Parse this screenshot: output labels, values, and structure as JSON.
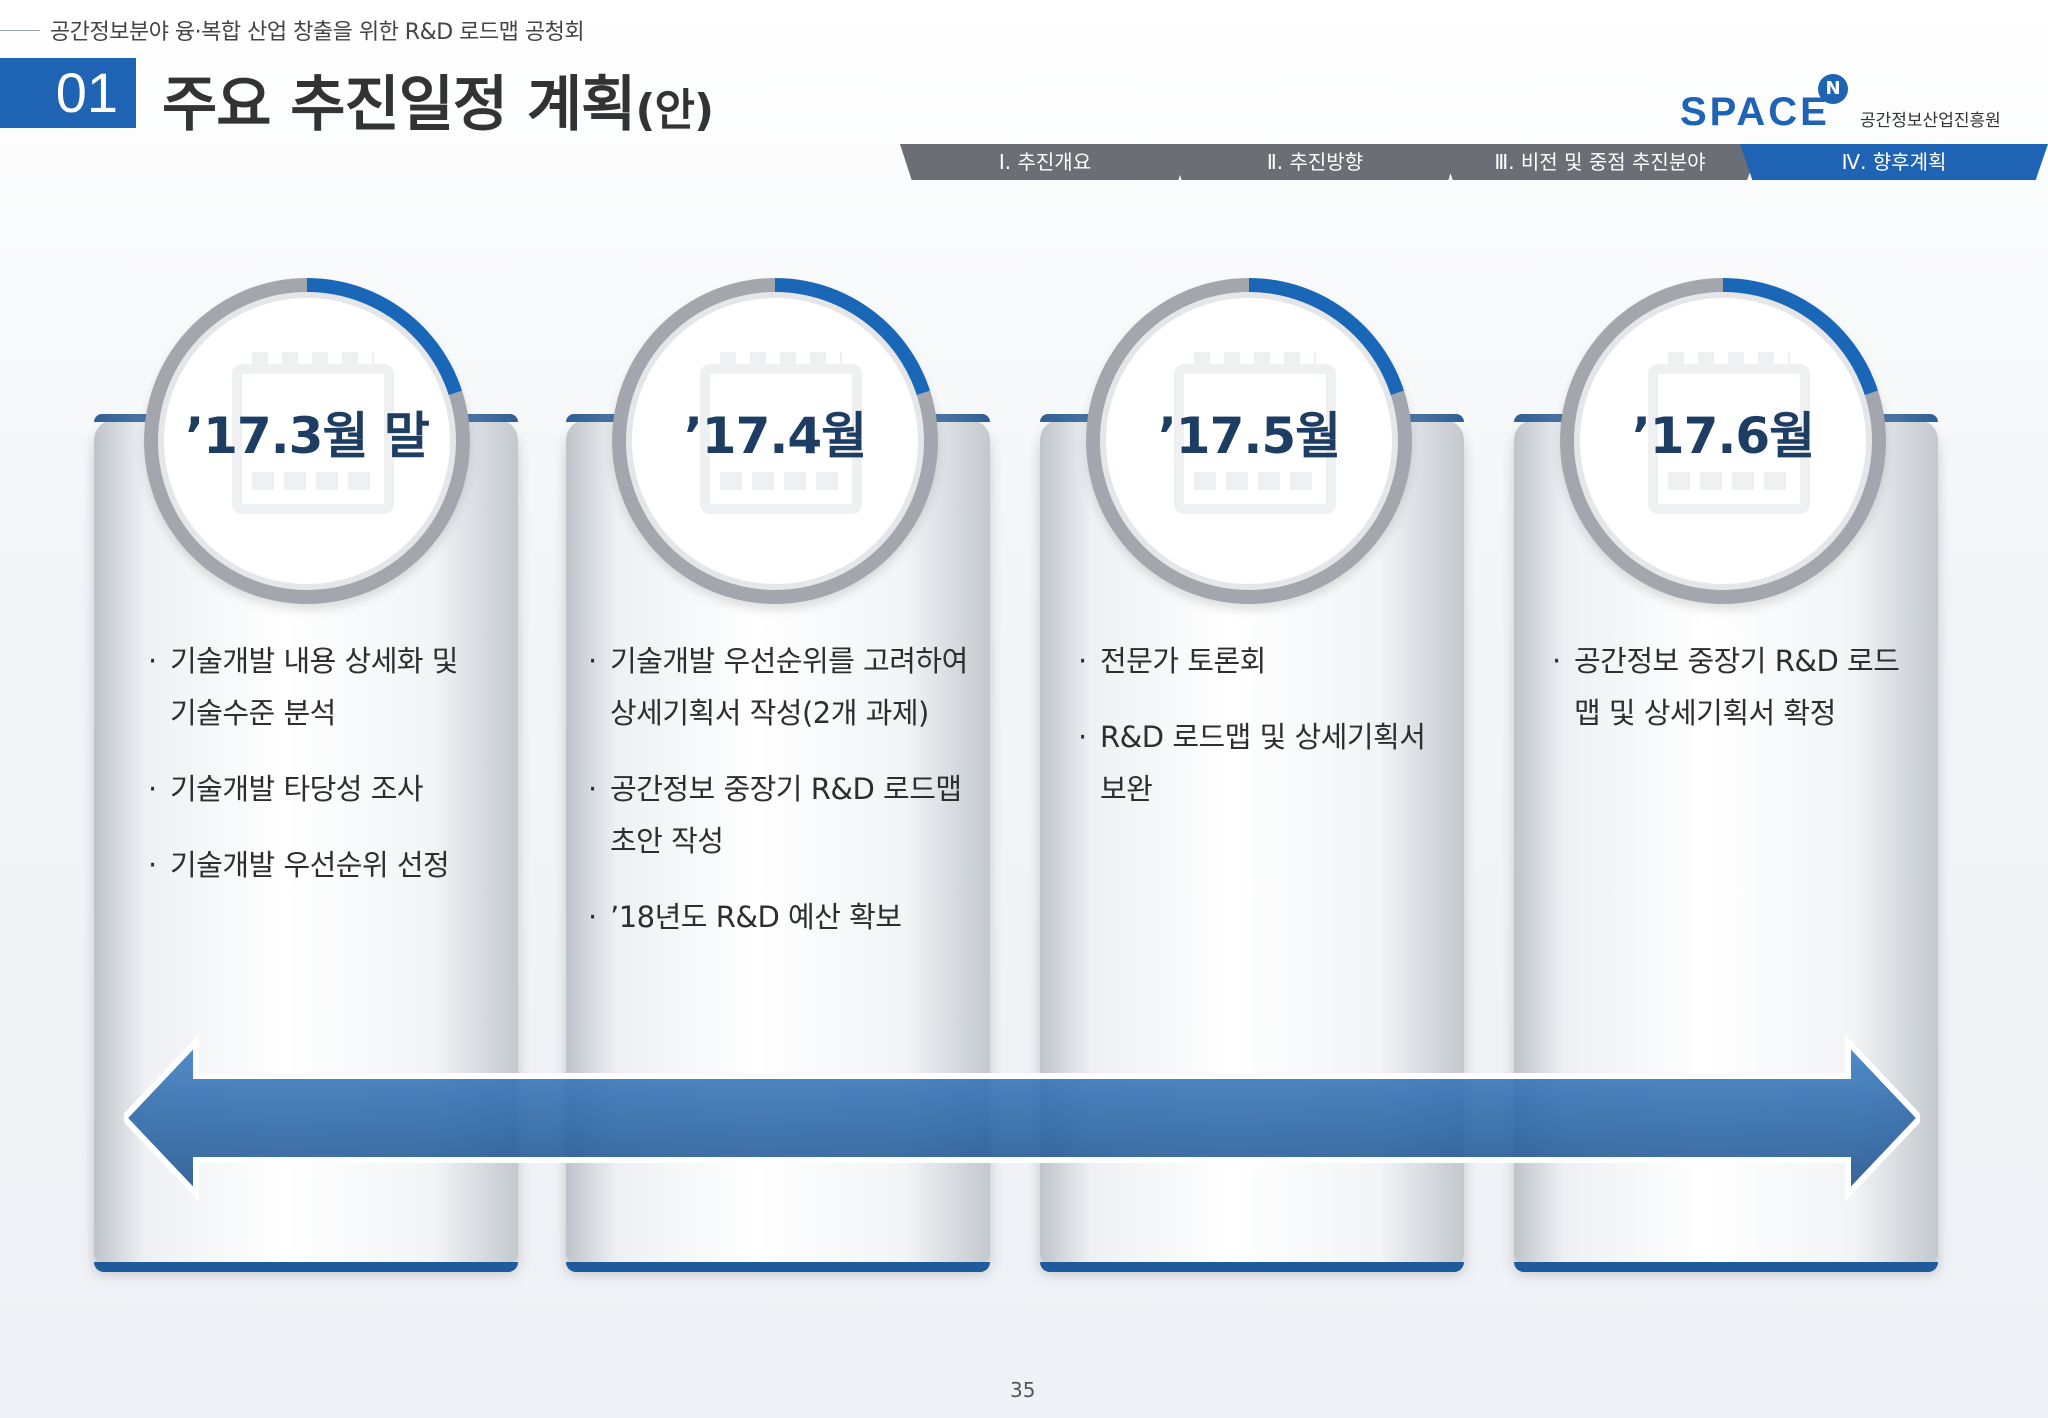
{
  "header": {
    "subtitle": "공간정보분야 융·복합 산업 창출을 위한 R&D 로드맵 공청회",
    "number": "01",
    "title": "주요 추진일정 계획",
    "title_suffix": "(안)"
  },
  "logo": {
    "text": "SPACE",
    "badge": "N",
    "org": "공간정보산업진흥원"
  },
  "nav": {
    "tabs": [
      {
        "label": "Ⅰ. 추진개요",
        "active": false
      },
      {
        "label": "Ⅱ. 추진방향",
        "active": false
      },
      {
        "label": "Ⅲ. 비전 및 중점 추진분야",
        "active": false
      },
      {
        "label": "Ⅳ. 향후계획",
        "active": true
      }
    ]
  },
  "schedule": [
    {
      "period": "’17.3월 말",
      "items": [
        "기술개발 내용 상세화 및 기술수준 분석",
        "기술개발 타당성 조사",
        "기술개발 우선순위 선정"
      ]
    },
    {
      "period": "’17.4월",
      "items": [
        "기술개발 우선순위를 고려하여 상세기획서 작성(2개 과제)",
        "공간정보 중장기 R&D 로드맵 초안 작성",
        "’18년도 R&D 예산 확보"
      ]
    },
    {
      "period": "’17.5월",
      "items": [
        "전문가 토론회",
        "R&D 로드맵 및 상세기획서 보완"
      ]
    },
    {
      "period": "’17.6월",
      "items": [
        "공간정보 중장기 R&D 로드맵 및 상세기획서 확정"
      ]
    }
  ],
  "colors": {
    "accent": "#1f63b5",
    "nav_inactive": "#6b6f75",
    "arrow": "#2b6cb0"
  },
  "icons": {
    "ring_icon": "calendar-icon",
    "timeline": "double-arrow-icon"
  },
  "footer": {
    "page_number": "35"
  }
}
